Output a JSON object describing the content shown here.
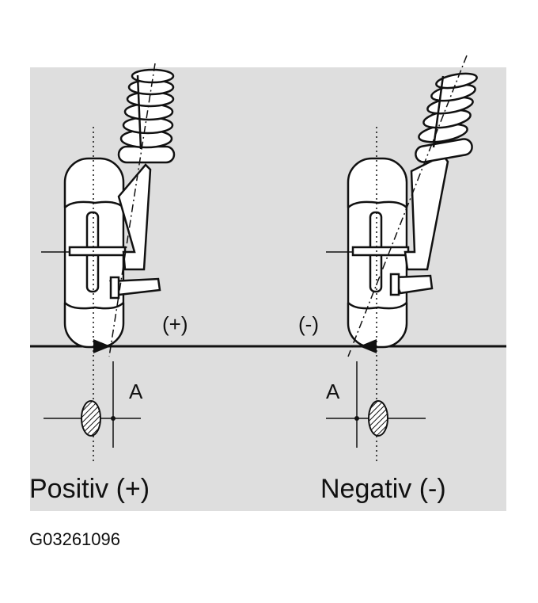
{
  "diagram": {
    "left": {
      "sign_label": "(+)",
      "dimension_label": "A",
      "caption": "Positiv (+)"
    },
    "right": {
      "sign_label": "(-)",
      "dimension_label": "A",
      "caption": "Negativ (-)"
    },
    "figure_code": "G03261096"
  }
}
